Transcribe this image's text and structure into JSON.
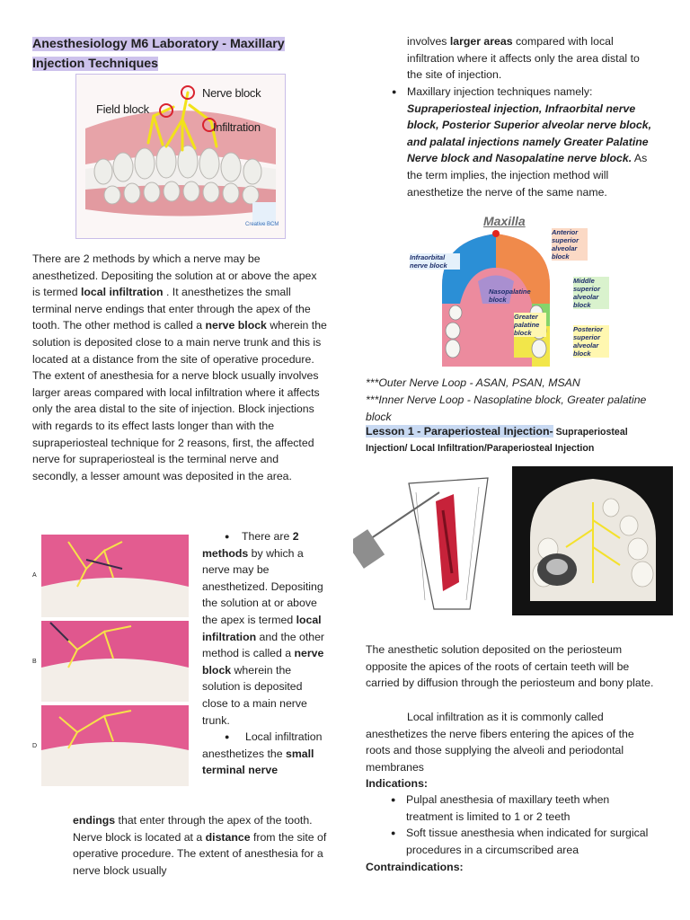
{
  "title": "Anesthesiology M6 Laboratory - Maxillary Injection Techniques",
  "fig1": {
    "labels": {
      "nerve": "Nerve block",
      "field": "Field block",
      "infil": "Infiltration"
    },
    "watermark": "Creative BCM"
  },
  "left_para": {
    "t1": "There are 2 methods by which a nerve may be anesthetized. Depositing the solution at or above the apex is termed ",
    "b1": "local infiltration",
    "t2": " . It anesthetizes the small terminal nerve endings that enter through the apex of the tooth. The other  method is called a ",
    "b2": "nerve block",
    "t3": " wherein the solution is deposited  close to a main nerve trunk and this is located at a distance from the site of operative procedure. The extent of anesthesia for a nerve block usually involves larger areas compared with local infiltration where it affects only the area distal to the site of injection.  Block injections with regards to its effect lasts longer than with the supraperiosteal technique for 2 reasons, first,  the affected nerve for supraperiosteal is the terminal nerve and secondly, a lesser amount was deposited in the area."
  },
  "fig2": {
    "letters": [
      "A",
      "B",
      "D"
    ]
  },
  "wrap": {
    "b1_pre": "There are ",
    "b1_bold": "2 methods",
    "b1_post": " by which a nerve may be anesthetized. Depositing the solution at or above the apex is termed ",
    "b1_bold2": "local infiltration",
    "b1_mid": " and the other method is called a ",
    "b1_bold3": "nerve block",
    "b1_end": " wherein the solution is deposited close to a main nerve trunk.",
    "b2_pre": "Local infiltration anesthetizes the ",
    "b2_bold": "small terminal nerve",
    "cont_bold": "endings",
    "cont_t1": " that enter through the apex of the tooth. Nerve block is located at a ",
    "cont_bold2": "distance",
    "cont_t2": " from the site of operative procedure. The extent of anesthesia for a nerve block usually"
  },
  "right_top": {
    "cont": "involves ",
    "cont_b": "larger areas",
    "cont_t": " compared with local infiltration where it affects only the area distal to the site of injection.",
    "bul_pre": "Maxillary injection techniques namely: ",
    "bul_bi": "Supraperiosteal injection, Infraorbital nerve block, Posterior Superior alveolar nerve block, and palatal injections namely Greater Palatine Nerve block and Nasopalatine nerve block.",
    "bul_post": " As the term implies, the injection method will anesthetize the nerve of the same name."
  },
  "maxilla": {
    "title": "Maxilla",
    "labels": {
      "infra": "Infraorbital nerve block",
      "ant": "Anterior superior alveolar block",
      "naso": "Nasopalatine block",
      "mid": "Middle superior alveolar block",
      "gp": "Greater palatine block",
      "post": "Posterior superior alveolar block"
    },
    "colors": {
      "infra": "#2b8fd6",
      "ant": "#f08a4b",
      "mid": "#86d46a",
      "post": "#f2e64a",
      "palate": "#ec8b9e",
      "naso": "#a98fd0"
    }
  },
  "loops": {
    "outer": "***Outer Nerve Loop - ASAN, PSAN, MSAN",
    "inner": "***Inner Nerve Loop - Nasoplatine block, Greater palatine block"
  },
  "lesson": {
    "main": "Lesson 1 - Paraperiosteal Injection-",
    "sub": " Supraperiosteal Injection/ Local Infiltration/Paraperiosteal Injection"
  },
  "right_para": {
    "p1": "The anesthetic solution deposited on the periosteum opposite the apices of the roots of certain teeth will be carried by diffusion through the periosteum and bony plate.",
    "p2": "Local infiltration as it is commonly called anesthetizes the nerve fibers entering the apices of the roots and those supplying the alveoli and periodontal membranes"
  },
  "indications": {
    "head": "Indications:",
    "items": [
      "Pulpal anesthesia of maxillary teeth when treatment is limited to 1 or 2 teeth",
      "Soft tissue anesthesia when indicated for surgical procedures in a circumscribed area"
    ]
  },
  "contra": {
    "head": "Contraindications:"
  }
}
